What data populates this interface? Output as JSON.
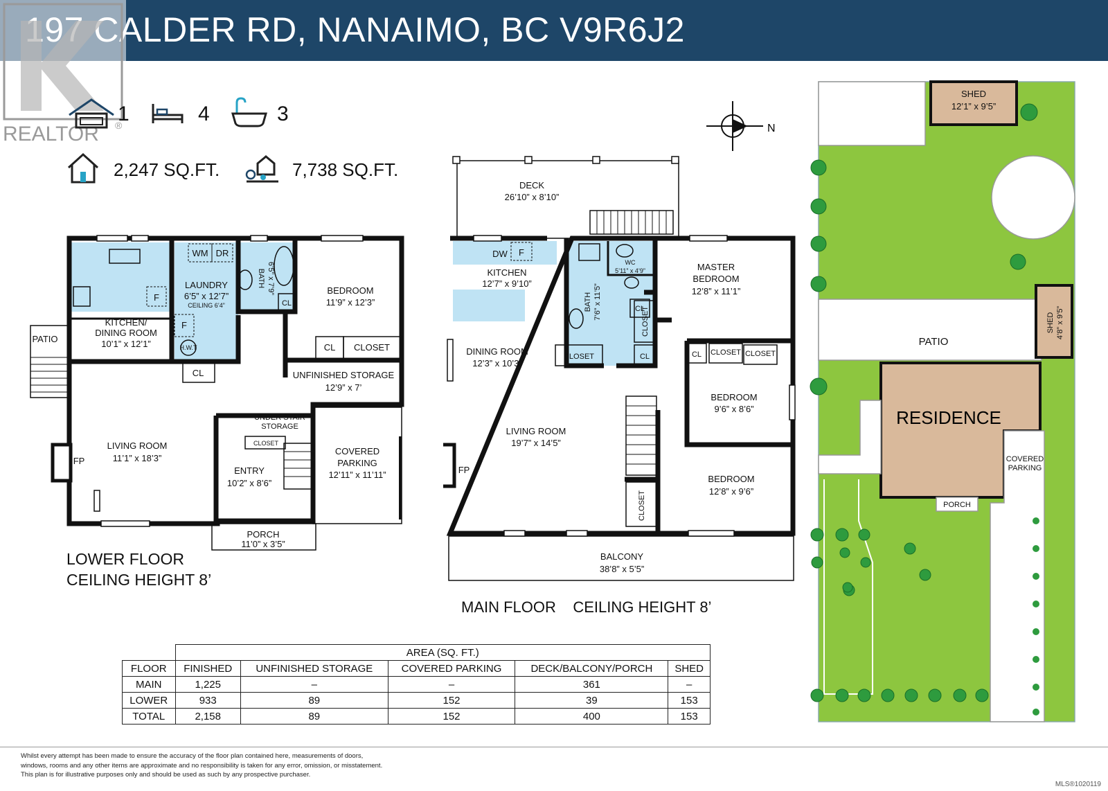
{
  "header": {
    "title": "197 CALDER RD, NANAIMO, BC  V9R6J2"
  },
  "logo": {
    "text": "REALTOR",
    "mark": "®"
  },
  "stats": {
    "garage": "1",
    "bedrooms": "4",
    "bathrooms": "3",
    "interior_sqft": "2,247 SQ.FT.",
    "lot_sqft": "7,738 SQ.FT."
  },
  "compass": {
    "label": "N"
  },
  "lower_floor": {
    "caption_1": "LOWER FLOOR",
    "caption_2": "CEILING HEIGHT 8’",
    "rooms": {
      "patio": "PATIO",
      "kitchen_1": "KITCHEN/",
      "kitchen_2": "DINING ROOM",
      "kitchen_dim": "10’1” x 12’1”",
      "laundry": "LAUNDRY",
      "laundry_dim": "6’5” x 12’7”",
      "laundry_ceiling": "CEILING 6’4”",
      "wm": "WM",
      "dr": "DR",
      "hwt": "H.W.T",
      "f": "F",
      "bath": "BATH",
      "bath_dim": "6’5” x 7’9”",
      "bedroom": "BEDROOM",
      "bedroom_dim": "11’9” x 12’3”",
      "cl": "CL",
      "closet": "CLOSET",
      "unfinished": "UNFINISHED STORAGE",
      "unfinished_dim": "12’9” x 7’",
      "understair_1": "UNDER STAIR",
      "understair_2": "STORAGE",
      "living": "LIVING ROOM",
      "living_dim": "11’1” x 18’3”",
      "fp": "FP",
      "entry": "ENTRY",
      "entry_dim": "10’2” x 8’6”",
      "covered_1": "COVERED",
      "covered_2": "PARKING",
      "covered_dim": "12’11” x 11’11”",
      "porch": "PORCH",
      "porch_dim": "11’0” x 3’5”"
    }
  },
  "main_floor": {
    "caption_1": "MAIN FLOOR",
    "caption_2": "CEILING HEIGHT 8’",
    "rooms": {
      "deck": "DECK",
      "deck_dim": "26’10” x 8’10”",
      "dw": "DW",
      "f": "F",
      "kitchen": "KITCHEN",
      "kitchen_dim": "12’7” x 9’10”",
      "bath": "BATH",
      "bath_dim": "7’6” x 11’5”",
      "wc": "WC",
      "wc_dim": "5’11” x 4’9”",
      "master_1": "MASTER",
      "master_2": "BEDROOM",
      "master_dim": "12’8” x 11’1”",
      "cl": "CL",
      "closet": "CLOSET",
      "dining": "DINING ROOM",
      "dining_dim": "12’3” x 10’3”",
      "bedroom": "BEDROOM",
      "bedroom2_dim": "9’6” x 8’6”",
      "bedroom3_dim": "12’8” x 9’6”",
      "living": "LIVING ROOM",
      "living_dim": "19’7” x 14’5”",
      "fp": "FP",
      "balcony": "BALCONY",
      "balcony_dim": "38’8” x 5’5”"
    }
  },
  "site_plan": {
    "shed": "SHED",
    "shed1_dim": "12’1” x 9’5”",
    "shed2_dim": "4’8” x 9’5”",
    "patio": "PATIO",
    "residence": "RESIDENCE",
    "covered_1": "COVERED",
    "covered_2": "PARKING",
    "porch": "PORCH"
  },
  "area_table": {
    "group_header": "AREA (SQ. FT.)",
    "columns": [
      "FLOOR",
      "FINISHED",
      "UNFINISHED STORAGE",
      "COVERED PARKING",
      "DECK/BALCONY/PORCH",
      "SHED"
    ],
    "rows": [
      [
        "MAIN",
        "1,225",
        "–",
        "–",
        "361",
        "–"
      ],
      [
        "LOWER",
        "933",
        "89",
        "152",
        "39",
        "153"
      ],
      [
        "TOTAL",
        "2,158",
        "89",
        "152",
        "400",
        "153"
      ]
    ]
  },
  "disclaimer": {
    "line1": "Whilst every attempt has been made to ensure the accuracy of the floor plan contained here, measurements of doors,",
    "line2": "windows, rooms and any other items are approximate and no responsibility is taken for any error, omission, or misstatement.",
    "line3": "This plan is for illustrative purposes only and should be used as such by any prospective purchaser."
  },
  "mls": "MLS®1020119",
  "colors": {
    "banner": "#1e4668",
    "wet_room": "#bfe3f4",
    "lawn": "#8dc63f",
    "residence": "#d9b99b"
  }
}
